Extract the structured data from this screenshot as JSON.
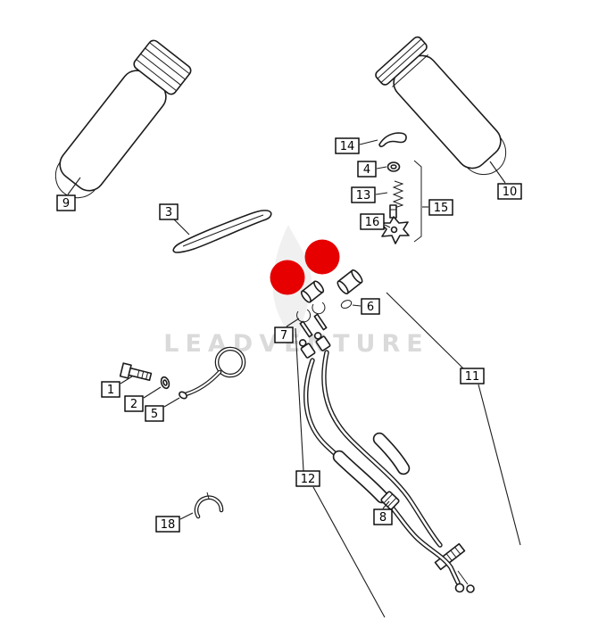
{
  "page": {
    "background": "#ffffff"
  },
  "watermark": {
    "text": "LEADVENTURE"
  },
  "highlight": {
    "color": "#e60000"
  },
  "labels": {
    "p1": "1",
    "p2": "2",
    "p3": "3",
    "p4": "4",
    "p5": "5",
    "p6": "6",
    "p7": "7",
    "p8": "8",
    "p9": "9",
    "p10": "10",
    "p11": "11",
    "p12": "12",
    "p13": "13",
    "p14": "14",
    "p15": "15",
    "p16": "16",
    "p18": "18"
  }
}
